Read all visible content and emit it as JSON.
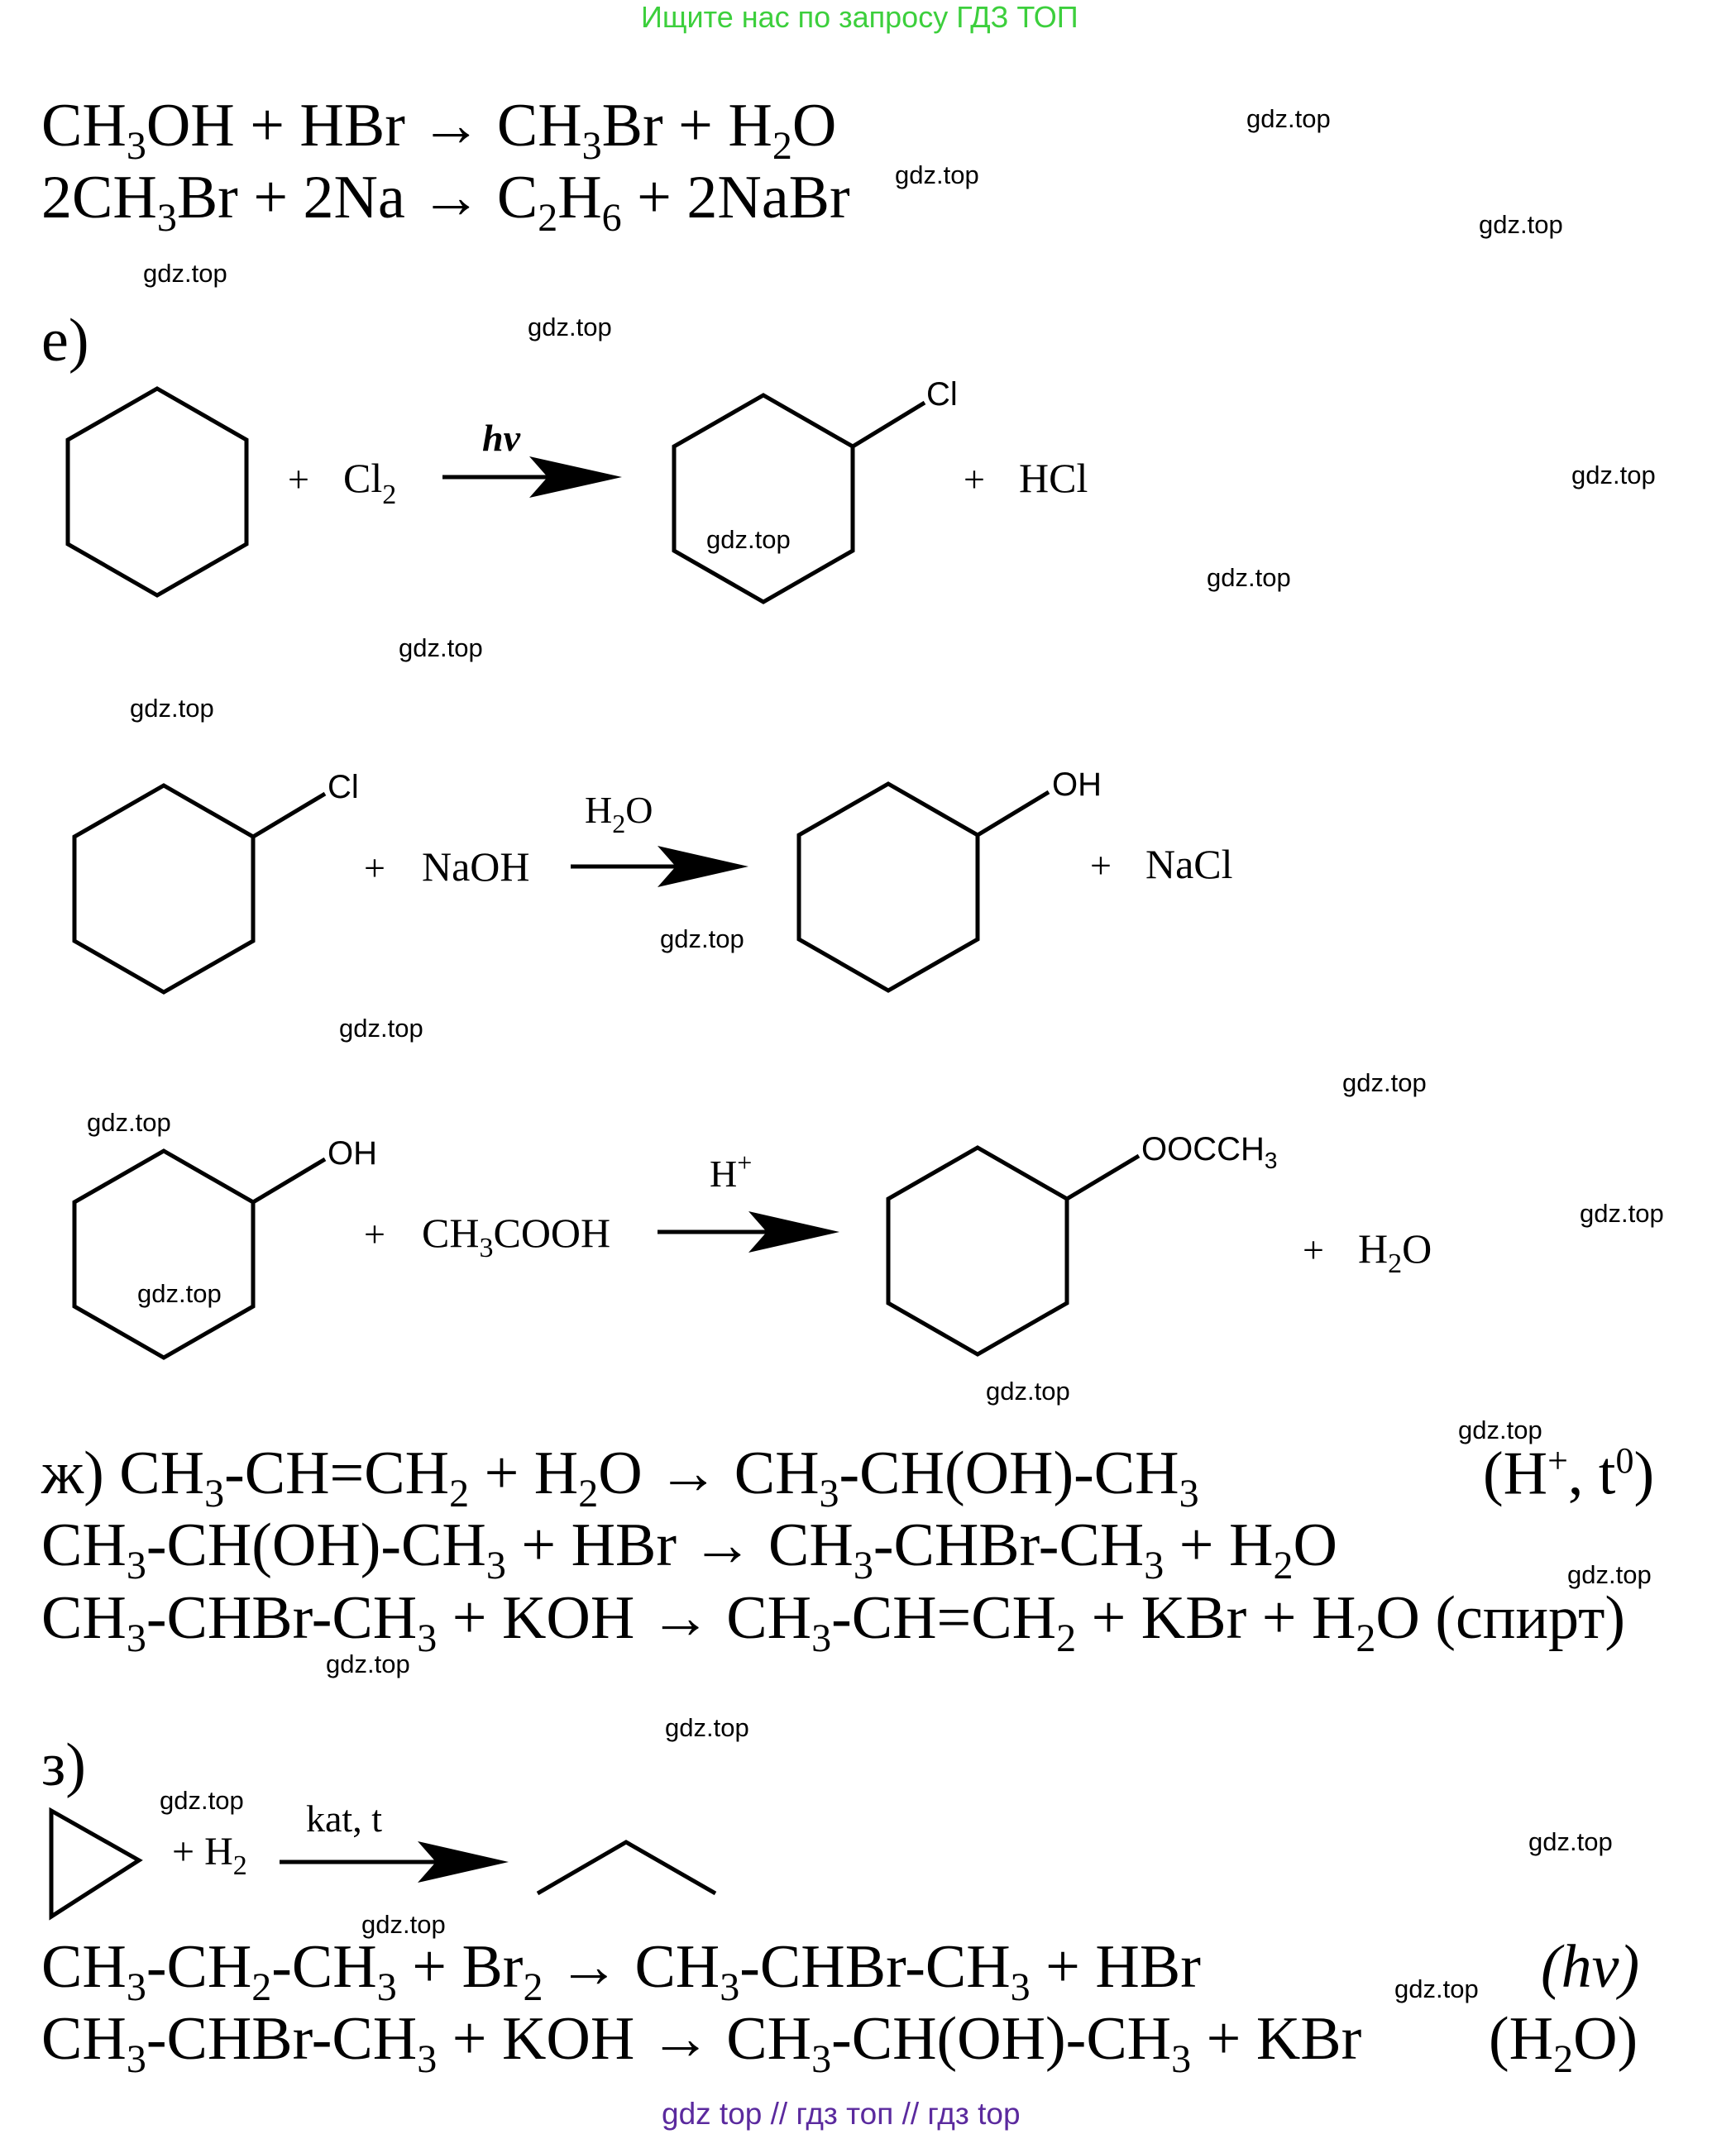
{
  "banner_top": "Ищите нас по запросу ГДЗ ТОП",
  "banner_bottom": "gdz top  //  гдз топ  //  гдз top",
  "equations": {
    "d1": {
      "pre": "CH",
      "s1": "3",
      "post": "OH + HBr → CH",
      "s2": "3",
      "post2": "Br + H",
      "s3": "2",
      "tail": "O"
    },
    "d2": {
      "pre": "2CH",
      "s1": "3",
      "post": "Br + 2Na → C",
      "s2": "2",
      "post2": "H",
      "s3": "6",
      "tail": " + 2NaBr"
    }
  },
  "section_e": {
    "label": "е)",
    "r1": {
      "plus1": "+",
      "reagent": "Cl",
      "reagent_sub": "2",
      "condition": "hν",
      "sub_atom": "Cl",
      "plus2": "+",
      "product": "HCl"
    },
    "r2": {
      "sub_atom_left": "Cl",
      "plus1": "+",
      "reagent": "NaOH",
      "cond_main": "H",
      "cond_sub": "2",
      "cond_tail": "O",
      "sub_atom_right": "OH",
      "plus2": "+",
      "product": "NaCl"
    },
    "r3": {
      "sub_atom_left": "OH",
      "plus1": "+",
      "reagent_a": "CH",
      "reagent_sub": "3",
      "reagent_b": "COOH",
      "cond_main": "H",
      "cond_sup": "+",
      "sub_atom_right_a": "OOCCH",
      "sub_atom_right_sub": "3",
      "plus2": "+",
      "product_a": "H",
      "product_sub": "2",
      "product_b": "O"
    }
  },
  "section_zh": {
    "l1": {
      "label": "ж) ",
      "a": "CH",
      "b": "3",
      "c": "-CH=CH",
      "d": "2",
      "e": " + H",
      "f": "2",
      "g": "O → CH",
      "h": "3",
      "i": "-CH(OH)-CH",
      "j": "3",
      "cond": "(H",
      "cond_sup1": "+",
      "cond_mid": ", t",
      "cond_sup2": "0",
      "cond_end": ")"
    },
    "l2": {
      "a": "CH",
      "b": "3",
      "c": "-CH(OH)-CH",
      "d": "3",
      "e": " + HBr  → CH",
      "f": "3",
      "g": "-CHBr-CH",
      "h": "3",
      "i": " + H",
      "j": "2",
      "k": "O"
    },
    "l3": {
      "a": "CH",
      "b": "3",
      "c": "-CHBr-CH",
      "d": "3",
      "e": " + KOH → CH",
      "f": "3",
      "g": "-CH=CH",
      "h": "2",
      "i": " + KBr + H",
      "j": "2",
      "k": "O (спирт)"
    }
  },
  "section_z": {
    "label": "з)",
    "r1": {
      "plus": "+ H",
      "sub": "2",
      "condition": "kat, t"
    },
    "l1": {
      "a": "CH",
      "b": "3",
      "c": "-CH",
      "d": "2",
      "e": "-CH",
      "f": "3",
      "g": " + Br",
      "h": "2",
      "i": " → CH",
      "j": "3",
      "k": "-CHBr-CH",
      "l": "3",
      "m": " + HBr",
      "cond": "(hν)"
    },
    "l2": {
      "a": "CH",
      "b": "3",
      "c": "-CHBr-CH",
      "d": "3",
      "e": " + KOH → CH",
      "f": "3",
      "g": "-CH(OH)-CH",
      "h": "3",
      "i": " + KBr",
      "cond_a": "(H",
      "cond_sub": "2",
      "cond_b": "O)"
    }
  },
  "watermarks": [
    "gdz.top",
    "gdz.top",
    "gdz.top",
    "gdz.top",
    "gdz.top",
    "gdz.top",
    "gdz.top",
    "gdz.top",
    "gdz.top",
    "gdz.top",
    "gdz.top",
    "gdz.top",
    "gdz.top",
    "gdz.top",
    "gdz.top",
    "gdz.top",
    "gdz.top",
    "gdz.top",
    "gdz.top",
    "gdz.top",
    "gdz.top",
    "gdz.top",
    "gdz.top",
    "gdz.top"
  ]
}
